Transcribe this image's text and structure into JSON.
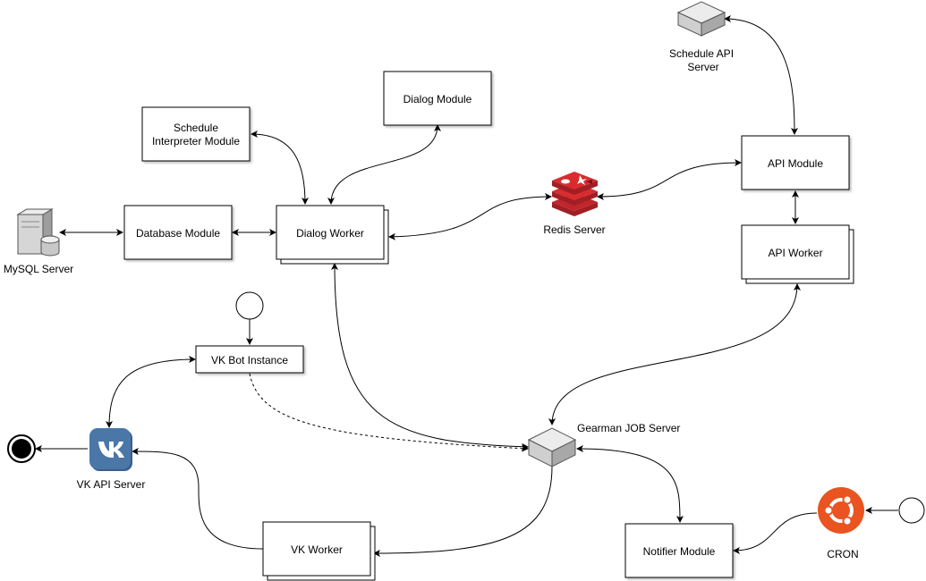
{
  "nodes": {
    "schedule_interpreter": {
      "line1": "Schedule",
      "line2": "Interpreter Module"
    },
    "dialog_module": {
      "label": "Dialog Module"
    },
    "database_module": {
      "label": "Database Module"
    },
    "dialog_worker": {
      "label": "Dialog Worker"
    },
    "mysql_server": {
      "label": "MySQL Server"
    },
    "redis_server": {
      "label": "Redis Server"
    },
    "schedule_api_server": {
      "line1": "Schedule API",
      "line2": "Server"
    },
    "api_module": {
      "label": "API Module"
    },
    "api_worker": {
      "label": "API Worker"
    },
    "vk_bot_instance": {
      "label": "VK Bot Instance"
    },
    "vk_api_server": {
      "label": "VK API Server"
    },
    "gearman_job_server": {
      "label": "Gearman JOB Server"
    },
    "vk_worker": {
      "label": "VK Worker"
    },
    "notifier_module": {
      "label": "Notifier Module"
    },
    "cron": {
      "label": "CRON"
    }
  },
  "colors": {
    "stroke": "#000000",
    "redis": "#c0262b",
    "vk": "#4a76a8",
    "ubuntu": "#e95420",
    "server_gray": "#cfcfcf"
  },
  "icons": {
    "mysql": "server-database-icon",
    "redis": "redis-icon",
    "schedule_api": "server-box-icon",
    "gearman": "server-box-icon",
    "vk": "vk-logo-icon",
    "cron": "ubuntu-logo-icon"
  }
}
